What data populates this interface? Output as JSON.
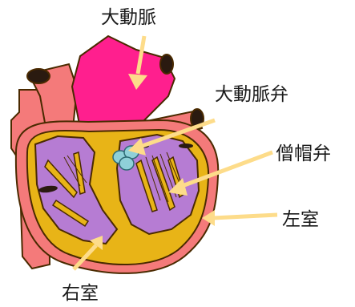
{
  "labels": {
    "aorta": "大動脈",
    "aortic_valve": "大動脈弁",
    "mitral_valve": "僧帽弁",
    "left_ventricle": "左室",
    "right_ventricle": "右室"
  },
  "colors": {
    "vessel_pink": "#f47a7a",
    "aorta_magenta": "#ff1f8e",
    "myocardium_yellow": "#e8b417",
    "chamber_purple": "#b67cd3",
    "valve_blue": "#8fd0d8",
    "pointer_arrow": "#fddc8a",
    "outline": "#4a2a00"
  }
}
